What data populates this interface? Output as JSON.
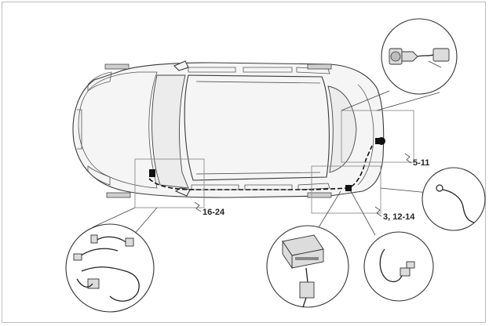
{
  "callouts": {
    "rear": "5-11",
    "front": "16-24",
    "side": "3, 12-14"
  }
}
